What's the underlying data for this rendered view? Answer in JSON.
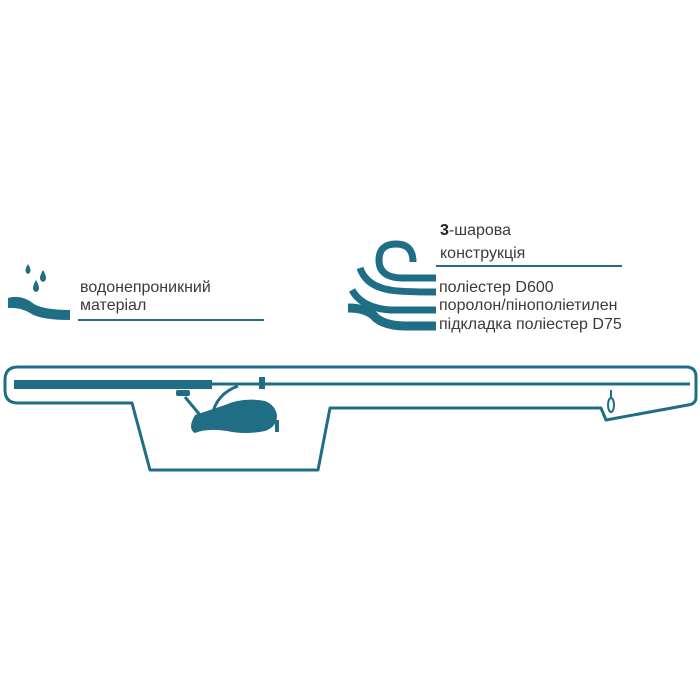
{
  "colors": {
    "accent": "#1f6e85",
    "text": "#3a3a3a"
  },
  "left_feature": {
    "line1": "водонепроникний",
    "line2": "матеріал",
    "icon": "water-drops-icon"
  },
  "right_feature": {
    "title_number": "3",
    "title_rest": "-шарова",
    "title_line2": "конструкція",
    "layers": [
      "поліестер D600",
      "поролон/пінополіетилен",
      "підкладка поліестер D75"
    ],
    "icon": "layers-icon"
  },
  "illustration": {
    "icon": "rod-case-icon"
  }
}
